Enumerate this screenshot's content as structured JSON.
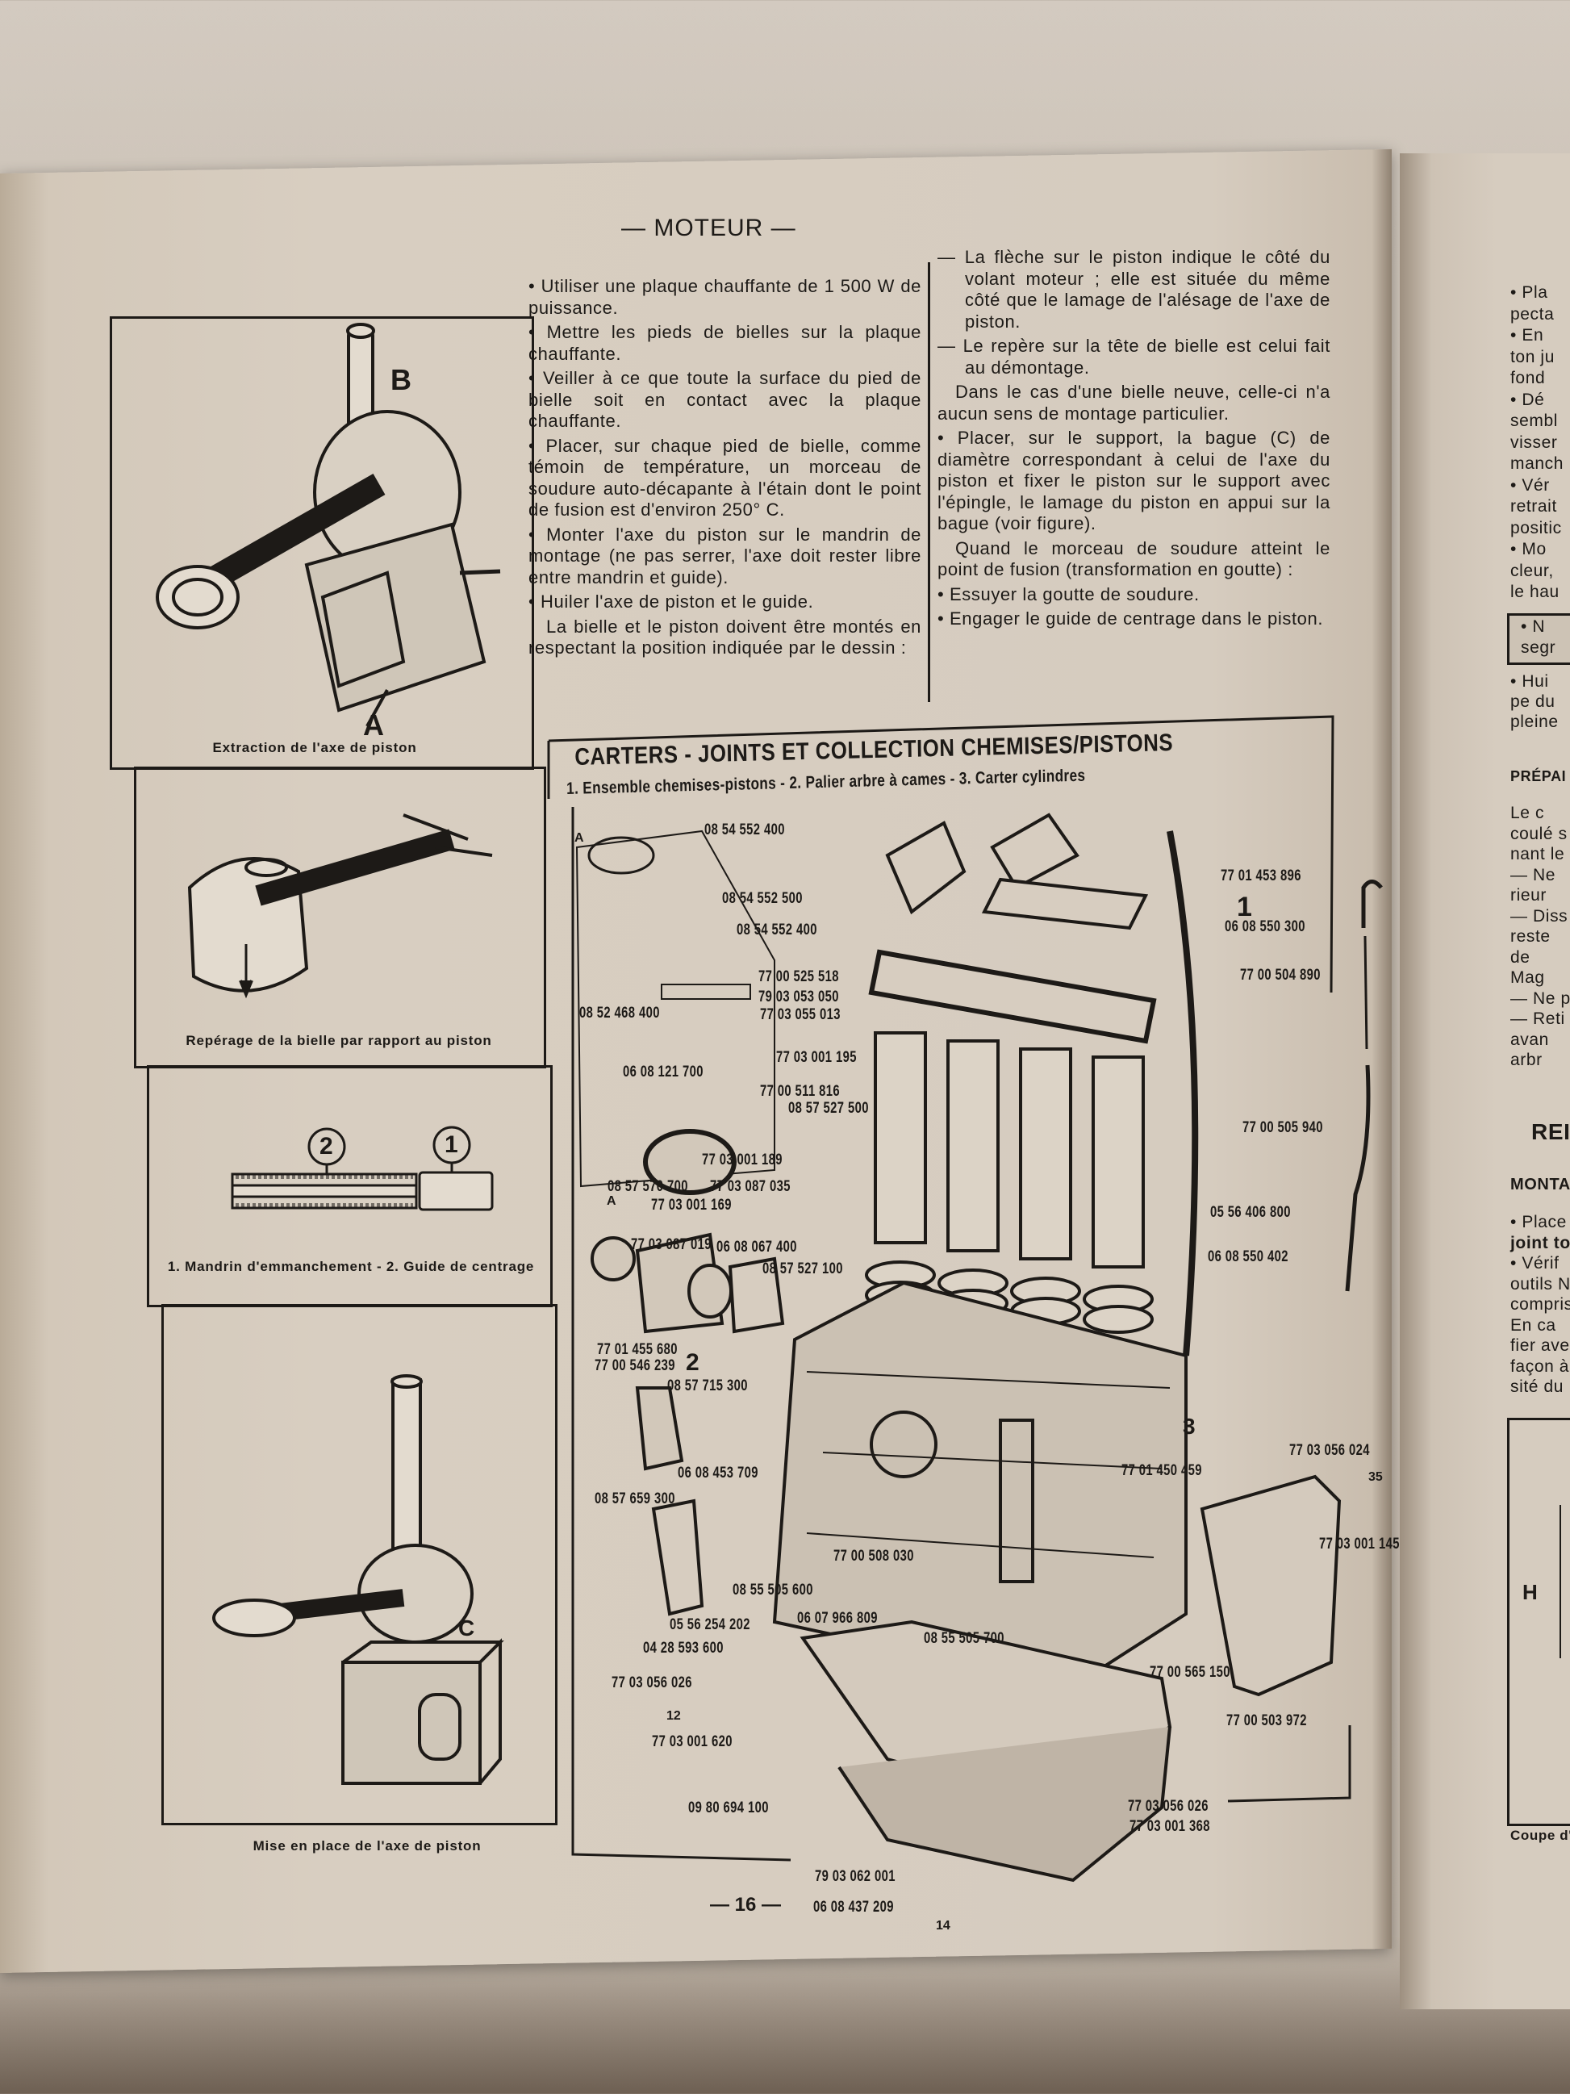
{
  "header": {
    "title": "— MOTEUR —"
  },
  "left_figures": {
    "fig1": {
      "caption": "Extraction de l'axe de piston",
      "label_b": "B",
      "label_a": "A"
    },
    "fig2": {
      "caption": "Repérage de la bielle par rapport au piston"
    },
    "fig3": {
      "caption": "1. Mandrin d'emmanchement - 2. Guide de centrage",
      "callout_1": "1",
      "callout_2": "2"
    },
    "fig4": {
      "caption": "Mise en place de l'axe de piston",
      "label_c": "C"
    }
  },
  "middle_column": {
    "paragraphs": [
      "• Utiliser une plaque chauffante de 1 500 W de puissance.",
      "• Mettre les pieds de bielles sur la plaque chauffante.",
      "• Veiller à ce que toute la surface du pied de bielle soit en contact avec la plaque chauffante.",
      "• Placer, sur chaque pied de bielle, comme témoin de température, un morceau de soudure auto-décapante à l'étain dont le point de fusion est d'environ 250° C.",
      "• Monter l'axe du piston sur le mandrin de montage (ne pas serrer, l'axe doit rester libre entre mandrin et guide).",
      "• Huiler l'axe de piston et le guide.",
      "La bielle et le piston doivent être montés en respectant la position indiquée par le dessin :"
    ]
  },
  "right_column": {
    "paragraphs": [
      "— La flèche sur le piston indique le côté du volant moteur ; elle est située du même côté que le lamage de l'alésage de l'axe de piston.",
      "— Le repère sur la tête de bielle est celui fait au démontage.",
      "Dans le cas d'une bielle neuve, celle-ci n'a aucun sens de montage particulier.",
      "• Placer, sur le support, la bague (C) de diamètre correspondant à celui de l'axe du piston et fixer le piston sur le support avec l'épingle, le lamage du piston en appui sur la bague (voir figure).",
      "Quand le morceau de soudure atteint le point de fusion (transformation en goutte) :",
      "• Essuyer la goutte de soudure.",
      "• Engager le guide de centrage dans le piston."
    ]
  },
  "diagram": {
    "title": "CARTERS - JOINTS ET COLLECTION CHEMISES/PISTONS",
    "subtitle": "1. Ensemble chemises-pistons - 2. Palier arbre à cames - 3. Carter cylindres",
    "callouts": [
      "1",
      "2",
      "3",
      "A",
      "A",
      "12",
      "14",
      "35"
    ],
    "part_numbers": [
      "08 54 552 400",
      "08 54 552 500",
      "08 54 552 400",
      "77 00 525 518",
      "79 03 053 050",
      "77 03 055 013",
      "08 52 468 400",
      "77 03 001 195",
      "06 08 121 700",
      "77 00 511 816",
      "08 57 527 500",
      "77 03 001 189",
      "08 57 570 700",
      "77 03 087 035",
      "77 03 001 169",
      "77 03 087 019",
      "06 08 067 400",
      "08 57 527 100",
      "77 01 455 680",
      "77 00 546 239",
      "08 57 715 300",
      "06 08 453 709",
      "08 57 659 300",
      "08 55 505 600",
      "77 00 508 030",
      "05 56 254 202",
      "06 07 966 809",
      "08 55 505 700",
      "04 28 593 600",
      "77 03 056 026",
      "77 03 001 620",
      "09 80 694 100",
      "79 03 062 001",
      "06 08 437 209",
      "77 01 453 896",
      "06 08 550 300",
      "77 00 504 890",
      "77 00 505 940",
      "05 56 406 800",
      "06 08 550 402",
      "77 03 056 024",
      "77 01 450 459",
      "77 03 001 145",
      "77 00 565 150",
      "77 00 503 972",
      "77 03 056 026",
      "77 03 001 368"
    ]
  },
  "page_number": "— 16 —",
  "right_page": {
    "fragments_top": [
      "• Pla",
      "pecta",
      "• En",
      "ton ju",
      "fond",
      "• Dé",
      "sembl",
      "visser",
      "manch",
      "• Vér",
      "retrait",
      "positic",
      "• Mo",
      "cleur,",
      "le hau"
    ],
    "boxed": [
      "• N",
      "segr"
    ],
    "fragments_mid": [
      "• Hui",
      "pe du",
      "pleine"
    ],
    "heading_prep": "PRÉPAI",
    "fragments_prep": [
      "Le c",
      "coulé s",
      "nant le",
      "— Ne",
      "rieur",
      "— Diss",
      "reste",
      "de",
      "Mag",
      "— Ne p",
      "— Reti",
      "avan",
      "arbr"
    ],
    "heading_section": "REI",
    "heading_montage": "MONTA",
    "fragments_montage": [
      "• Place",
      "joint to",
      "• Vérif",
      "outils N",
      "compris",
      "En ca",
      "fier ave",
      "façon à",
      "sité du"
    ],
    "figure_label": "H",
    "figure_caption": "Coupe d'u"
  },
  "colors": {
    "paper": "#d6ccbf",
    "ink": "#1d1a17"
  }
}
